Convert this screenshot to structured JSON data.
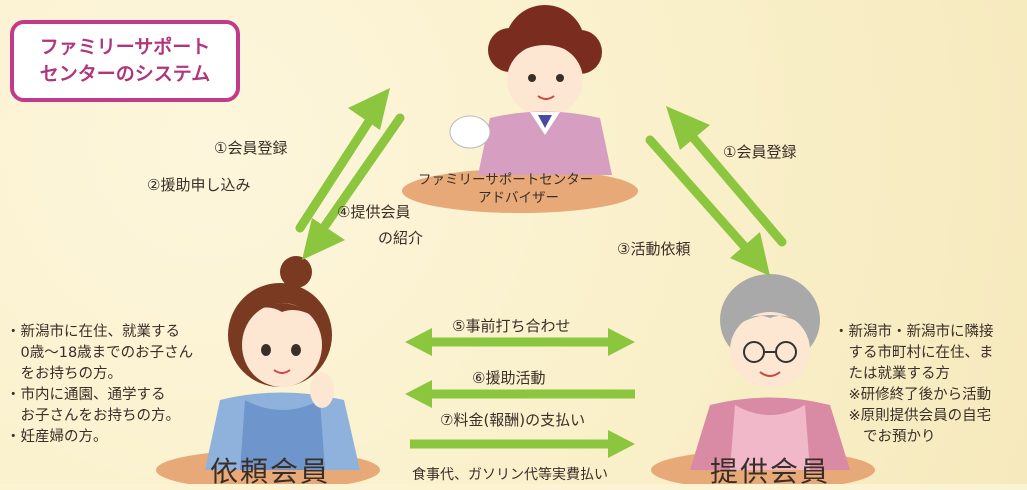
{
  "title": {
    "line1": "ファミリーサポート",
    "line2": "センターのシステム"
  },
  "center": {
    "label_line1": "ファミリーサポートセンター",
    "label_line2": "アドバイザー"
  },
  "flows": {
    "left_register": "①会員登録",
    "left_apply": "②援助申し込み",
    "intro_line1": "④提供会員",
    "intro_line2": "の紹介",
    "right_register": "①会員登録",
    "activity_request": "③活動依頼",
    "pre_meeting": "⑤事前打ち合わせ",
    "support_activity": "⑥援助活動",
    "payment": "⑦料金(報酬)の支払い",
    "expenses": "食事代、ガソリン代等実費払い"
  },
  "requester": {
    "role": "依頼会員",
    "bullets": [
      "・新潟市に在住、就業する",
      "　0歳～18歳までのお子さん",
      "　をお持ちの方。",
      "・市内に通園、通学する",
      "　お子さんをお持ちの方。",
      "・妊産婦の方。"
    ]
  },
  "provider": {
    "role": "提供会員",
    "bullets": [
      "・新潟市・新潟市に隣接",
      "　する市町村に在住、ま",
      "　たは就業する方",
      "　※研修終了後から活動",
      "　※原則提供会員の自宅",
      "　　でお預かり"
    ]
  },
  "colors": {
    "arrow": "#8cc63f",
    "title_border": "#c23a8c",
    "oval": "#e8a978",
    "background": "#fbf3d2"
  }
}
